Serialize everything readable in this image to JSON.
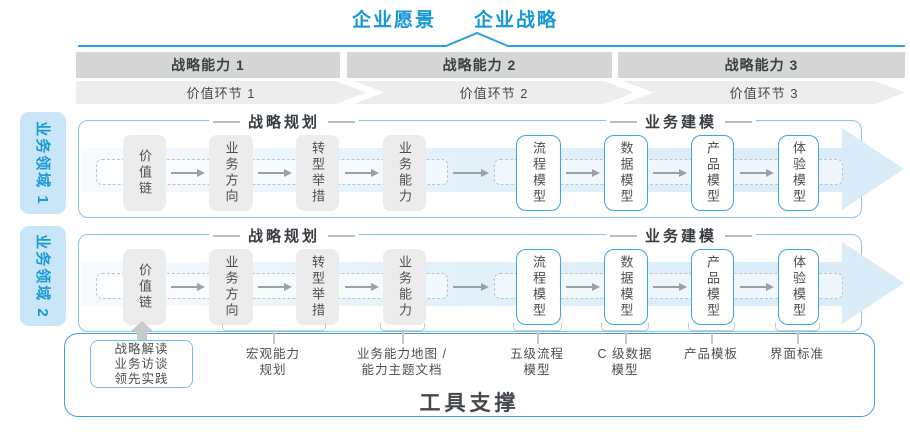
{
  "title": {
    "vision": "企业愿景",
    "strategy": "企业战略"
  },
  "capability_bars": [
    "战略能力 1",
    "战略能力 2",
    "战略能力 3"
  ],
  "value_links": [
    "价值环节 1",
    "价值环节 2",
    "价值环节 3"
  ],
  "domains": [
    "业务领域 1",
    "业务领域 2"
  ],
  "row": {
    "planning_header": "战略规划",
    "modeling_header": "业务建模",
    "planning_boxes": [
      "价值链",
      "业务方向",
      "转型举措",
      "业务能力"
    ],
    "modeling_boxes": [
      "流程模型",
      "数据模型",
      "产品模型",
      "体验模型"
    ]
  },
  "annotations": {
    "source_box": [
      "战略解读",
      "业务访谈",
      "领先实践"
    ],
    "labels": [
      [
        "宏观能力",
        "规划"
      ],
      [
        "业务能力地图 /",
        "能力主题文档"
      ],
      [
        "五级流程",
        "模型"
      ],
      [
        "C 级数据",
        "模型"
      ],
      [
        "产品模板"
      ],
      [
        "界面标准"
      ]
    ]
  },
  "tool_support": "工具支撑",
  "colors": {
    "title_blue": "#1697d6",
    "line_blue": "#2aa2dc",
    "bar_gray": "#d5d7d7",
    "chevron_gray": "#ededee",
    "domain_fill": "#c8e6f8",
    "row_border": "#8ac6e6",
    "band_blue": "#d9ecf8",
    "box_gray": "#ececed",
    "model_box_border": "#3aa7db",
    "tool_border": "#3d9fd3",
    "connector_gray": "#c6c8ca"
  }
}
